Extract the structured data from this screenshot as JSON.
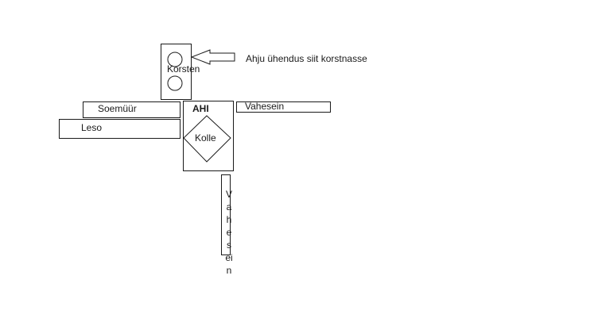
{
  "diagram": {
    "chimney": {
      "label": "Korsten"
    },
    "arrow_note": "Ahju ühendus siit korstnasse",
    "stove": {
      "label": "AHI",
      "boiler_label": "Kolle"
    },
    "wall_top": {
      "label": "Soemüür"
    },
    "wall_bottom": {
      "label": "Leso"
    },
    "partition_right": {
      "label": "Vahesein"
    },
    "partition_vertical": {
      "letters": [
        "V",
        "a",
        "h",
        "e",
        "s",
        "ei",
        "n"
      ]
    }
  },
  "colors": {
    "stroke": "#1a1a1a",
    "background": "#ffffff"
  }
}
